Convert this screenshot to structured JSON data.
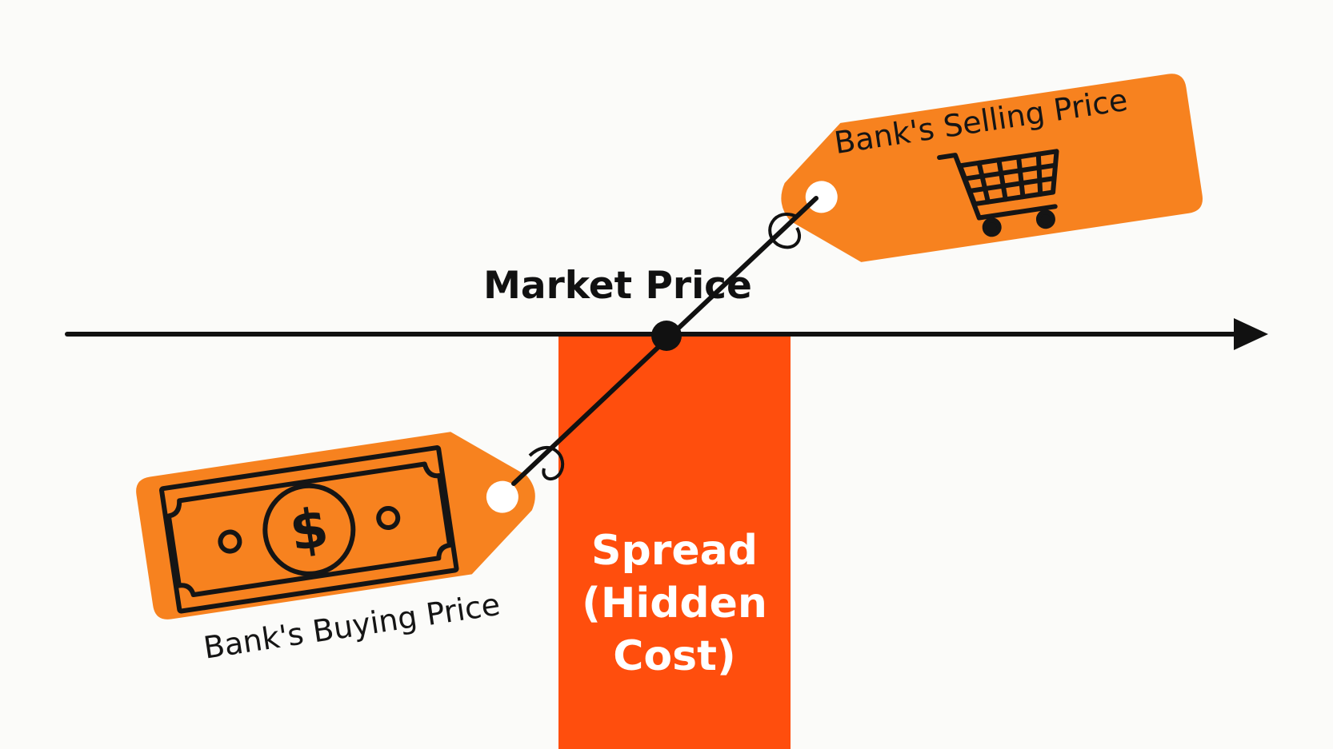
{
  "labels": {
    "market_price": "Market Price",
    "selling_price": "Bank's Selling Price",
    "buying_price": "Bank's Buying Price",
    "spread_line1": "Spread",
    "spread_line2": "(Hidden",
    "spread_line3": "Cost)"
  },
  "icons": {
    "selling_tag_icon": "shopping-cart-icon",
    "buying_tag_icon": "dollar-bill-icon"
  },
  "colors": {
    "tag_orange": "#f7821f",
    "spread_orange": "#ff4e0d",
    "line_black": "#111111",
    "text_white": "#ffffff",
    "background": "#fbfbf9"
  }
}
